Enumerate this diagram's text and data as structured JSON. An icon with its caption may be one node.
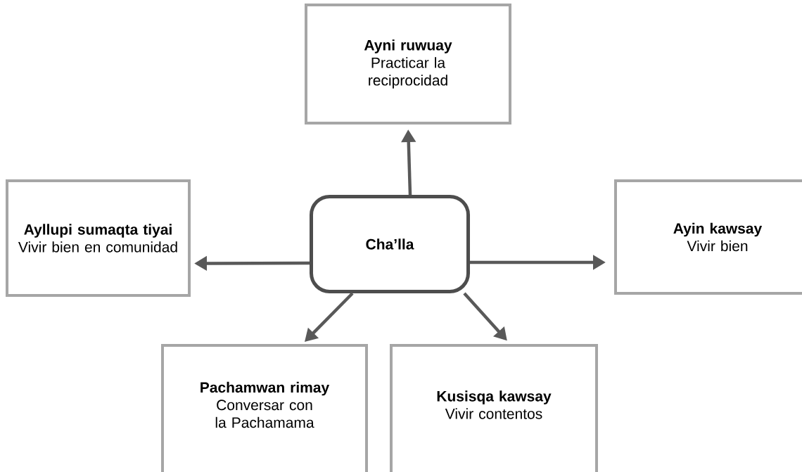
{
  "diagram": {
    "nodes": [
      {
        "text": [
          "Ayni ruwuay",
          "Practicar la reciprocidad"
        ]
      },
      {
        "text": [
          "Ayllupi sumaqta tiyai",
          "Vivir bien en comunidad"
        ]
      },
      {
        "text": [
          "Cha’lla"
        ]
      },
      {
        "text": [
          "Ayin kawsay",
          "Vivir bien"
        ]
      },
      {
        "text": [
          "Pachamwan rimay",
          "Conversar con la Pachamama"
        ]
      },
      {
        "text": [
          "Kusisqa kawsay",
          "Vivir contentos"
        ]
      }
    ],
    "edges": [
      {
        "from": 2,
        "to": 0,
        "arrow": "to"
      },
      {
        "from": 2,
        "to": 1,
        "arrow": "to"
      },
      {
        "from": 2,
        "to": 3,
        "arrow": "to"
      },
      {
        "from": 2,
        "to": 4,
        "arrow": "to"
      },
      {
        "from": 2,
        "to": 5,
        "arrow": "to"
      }
    ]
  }
}
